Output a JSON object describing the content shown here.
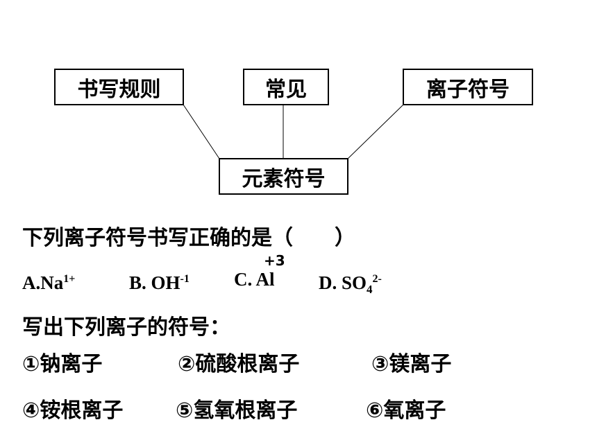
{
  "diagram": {
    "top_boxes": [
      "书写规则",
      "常见",
      "离子符号"
    ],
    "bottom_box": "元素符号"
  },
  "question": {
    "stem": "下列离子符号书写正确的是（　　）",
    "option_a": {
      "base": "A.Na",
      "sup": "1+"
    },
    "option_b": {
      "base": "B. OH",
      "sup": "-1"
    },
    "option_c": {
      "base": "C. Al",
      "above": "+3"
    },
    "option_d": {
      "base": "D. SO",
      "sub": "4",
      "sup": "2-"
    }
  },
  "task": {
    "prompt": "写出下列离子的符号：",
    "items": [
      "①钠离子",
      "②硫酸根离子",
      "③镁离子",
      "④铵根离子",
      "⑤氢氧根离子",
      "⑥氧离子"
    ]
  }
}
